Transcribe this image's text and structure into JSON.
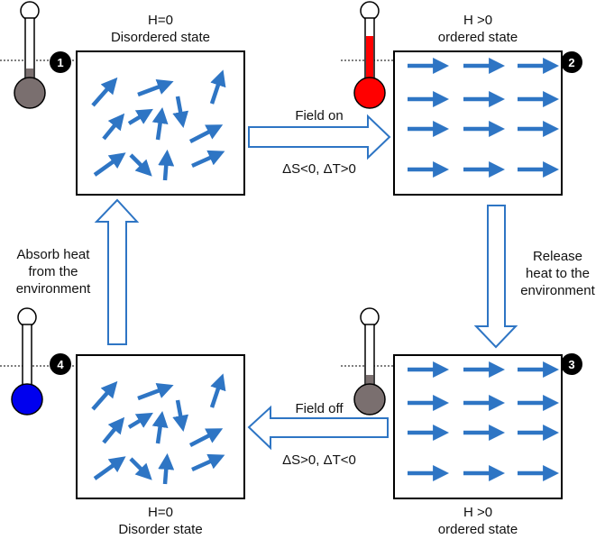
{
  "states": [
    {
      "number": "1",
      "field": "H=0",
      "state": "Disordered state",
      "thermometer_level": 0.3,
      "thermometer_color": "#7a6f6f",
      "order": "disordered"
    },
    {
      "number": "2",
      "field": "H >0",
      "state": "ordered state",
      "thermometer_level": 0.75,
      "thermometer_color": "#ff0000",
      "order": "ordered"
    },
    {
      "number": "3",
      "field": "H >0",
      "state": "ordered state",
      "thermometer_level": 0.3,
      "thermometer_color": "#7a6f6f",
      "order": "ordered"
    },
    {
      "number": "4",
      "field": "H=0",
      "state": "Disorder state",
      "thermometer_level": 0.05,
      "thermometer_color": "#0000ee",
      "order": "disordered"
    }
  ],
  "transitions": {
    "field_on": {
      "label": "Field on",
      "effect": "ΔS<0, ΔT>0"
    },
    "field_off": {
      "label": "Field off",
      "effect": "ΔS>0, ΔT<0"
    },
    "release_heat": {
      "lines": [
        "Release",
        "heat to the",
        "environment"
      ]
    },
    "absorb_heat": {
      "lines": [
        "Absorb heat",
        "from the",
        "environment"
      ]
    }
  },
  "colors": {
    "spin_arrow": "#2e75c4",
    "process_arrow": "#2e75c4",
    "box_border": "#000000",
    "badge": "#000000"
  }
}
